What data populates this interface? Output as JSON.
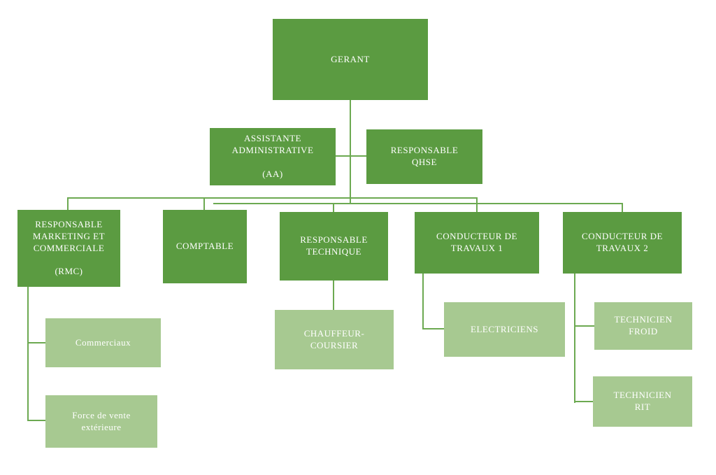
{
  "colors": {
    "dark_box": "#5b9b41",
    "light_box": "#a7c991",
    "line": "#6ca951",
    "background": "#ffffff"
  },
  "nodes": {
    "gerant": {
      "label": "GERANT"
    },
    "assistante": {
      "label": "ASSISTANTE\nADMINISTRATIVE\n\n(AA)"
    },
    "qhse": {
      "label": "RESPONSABLE\nQHSE"
    },
    "rmc": {
      "label": "RESPONSABLE\nMARKETING ET\nCOMMERCIALE\n\n(RMC)"
    },
    "comptable": {
      "label": "COMPTABLE"
    },
    "technique": {
      "label": "RESPONSABLE\nTECHNIQUE"
    },
    "conducteur1": {
      "label": "CONDUCTEUR DE\nTRAVAUX 1"
    },
    "conducteur2": {
      "label": "CONDUCTEUR DE\nTRAVAUX 2"
    },
    "commerciaux": {
      "label": "Commerciaux"
    },
    "force_vente": {
      "label": "Force de vente\nextérieure"
    },
    "chauffeur": {
      "label": "CHAUFFEUR-\nCOURSIER"
    },
    "electriciens": {
      "label": "ELECTRICIENS"
    },
    "technicien_froid": {
      "label": "TECHNICIEN\nFROID"
    },
    "technicien_rit": {
      "label": "TECHNICIEN\nRIT"
    }
  }
}
